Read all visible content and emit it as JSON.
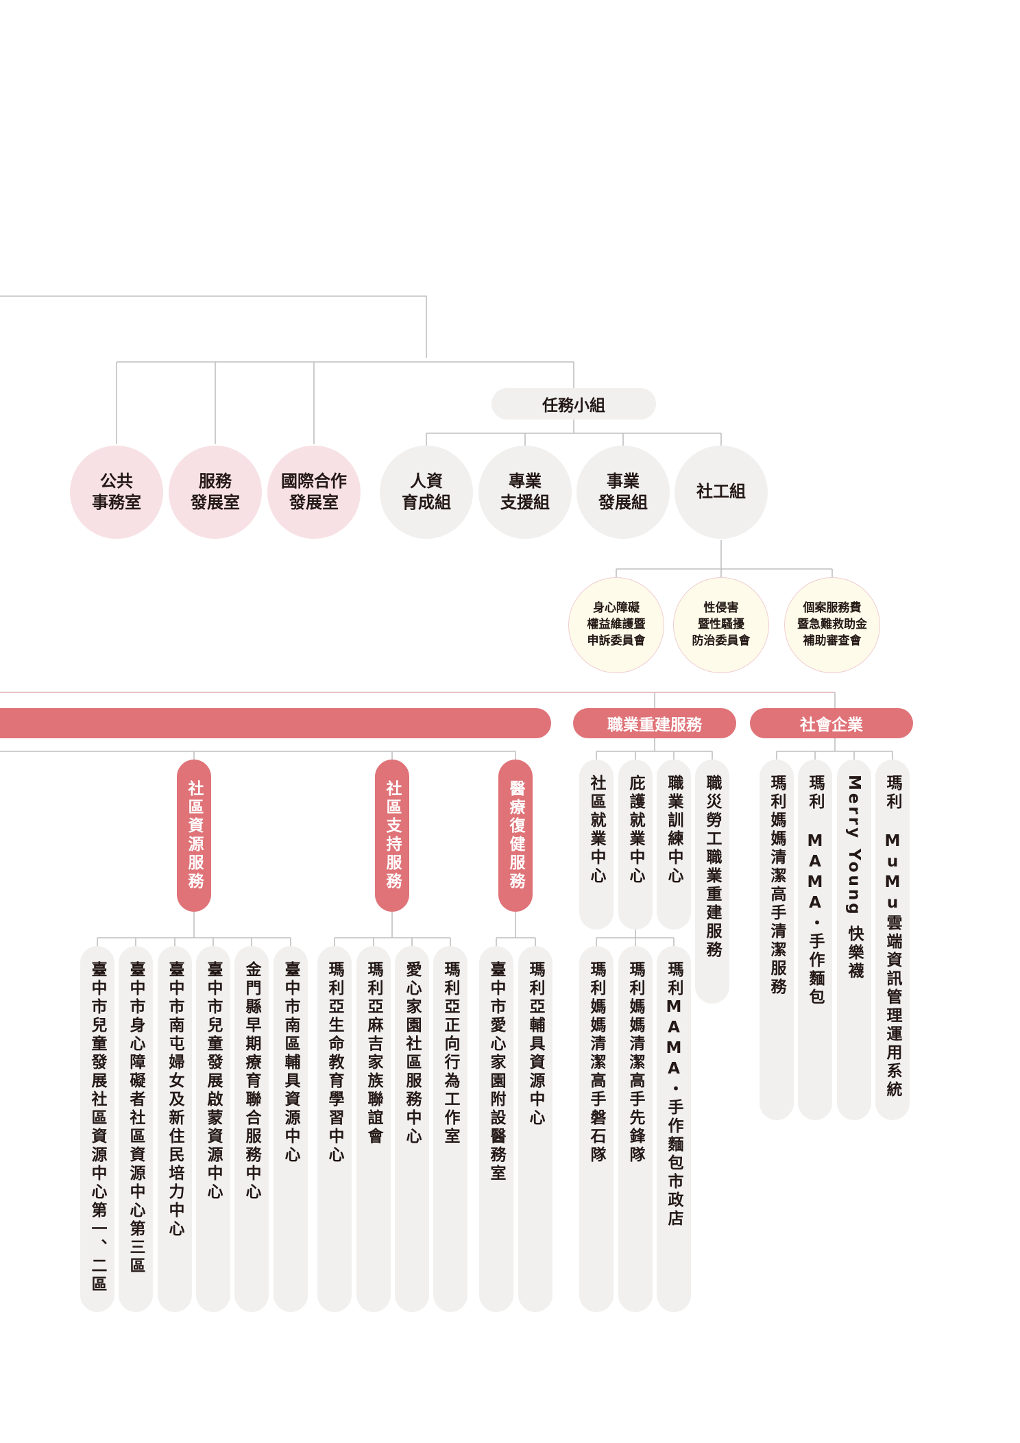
{
  "task_group": "任務小組",
  "offices": [
    {
      "lines": [
        "公共",
        "事務室"
      ]
    },
    {
      "lines": [
        "服務",
        "發展室"
      ]
    },
    {
      "lines": [
        "國際合作",
        "發展室"
      ]
    }
  ],
  "groups": [
    {
      "lines": [
        "人資",
        "育成組"
      ]
    },
    {
      "lines": [
        "專業",
        "支援組"
      ]
    },
    {
      "lines": [
        "事業",
        "發展組"
      ]
    },
    {
      "lines": [
        "社工組"
      ]
    }
  ],
  "committees": [
    {
      "lines": [
        "身心障礙",
        "權益維護暨",
        "申訴委員會"
      ]
    },
    {
      "lines": [
        "性侵害",
        "暨性騷擾",
        "防治委員會"
      ]
    },
    {
      "lines": [
        "個案服務費",
        "暨急難救助金",
        "補助審查會"
      ]
    }
  ],
  "divisions": {
    "vocational": "職業重建服務",
    "social_enterprise": "社會企業"
  },
  "categories": {
    "community_resource": "社區資源服務",
    "community_support": "社區支持服務",
    "medical_rehab": "醫療復健服務"
  },
  "community_resource_units": [
    "臺中市兒童發展社區資源中心第一、二區",
    "臺中市身心障礙者社區資源中心第三區",
    "臺中市南屯婦女及新住民培力中心",
    "臺中市兒童發展啟蒙資源中心",
    "金門縣早期療育聯合服務中心",
    "臺中市南區輔具資源中心"
  ],
  "community_support_units": [
    "瑪利亞生命教育學習中心",
    "瑪利亞麻吉家族聯誼會",
    "愛心家園社區服務中心",
    "瑪利亞正向行為工作室"
  ],
  "medical_units": [
    "臺中市愛心家園附設醫務室",
    "瑪利亞輔具資源中心"
  ],
  "vocational_units": [
    "社區就業中心",
    "庇護就業中心",
    "職業訓練中心",
    "職災勞工職業重建服務"
  ],
  "sheltered_teams": [
    "瑪利媽媽清潔高手磐石隊",
    "瑪利媽媽清潔高手先鋒隊",
    "瑪利MAMA・手作麵包市政店"
  ],
  "enterprise_units": [
    "瑪利媽媽清潔高手清潔服務",
    "瑪利 MAMA・手作麵包",
    "Merry Young 快樂襪",
    "瑪利 MuMu雲端資訊管理運用系統"
  ],
  "colors": {
    "pink_circle": "#f7e1e5",
    "gray_fill": "#f1f0ef",
    "cream_circle": "#fefbea",
    "rose_bar": "#df7378",
    "line": "#bfbfbf"
  }
}
